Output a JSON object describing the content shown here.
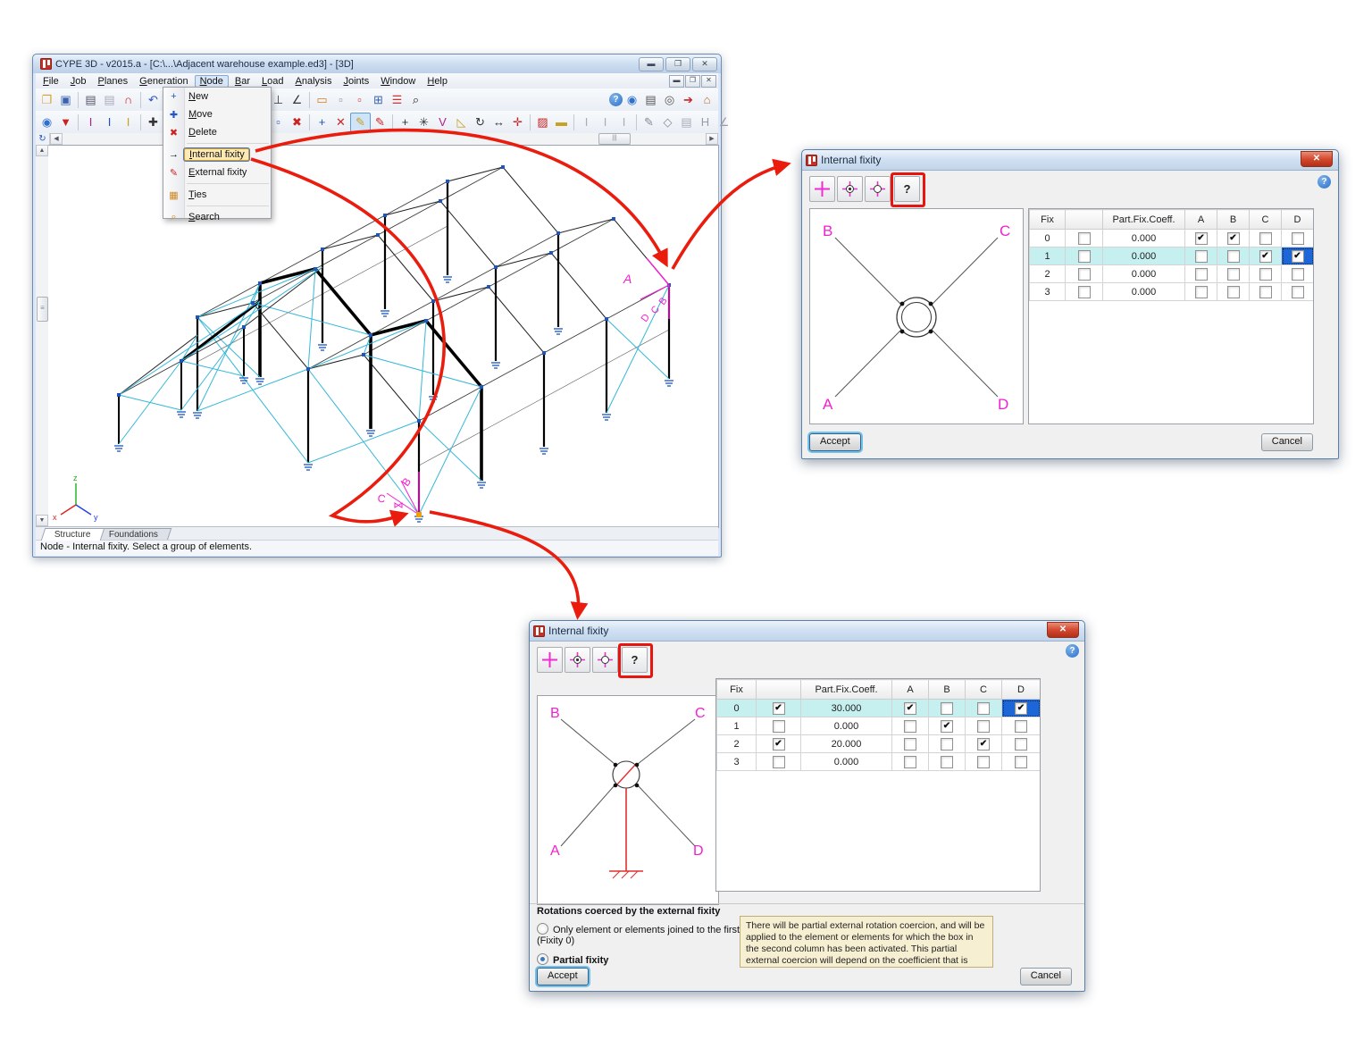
{
  "window": {
    "title": "CYPE 3D - v2015.a - [C:\\...\\Adjacent warehouse example.ed3] - [3D]",
    "menu_items": [
      "File",
      "Job",
      "Planes",
      "Generation",
      "Node",
      "Bar",
      "Load",
      "Analysis",
      "Joints",
      "Window",
      "Help"
    ],
    "open_menu": "Node",
    "tabs": [
      {
        "label": "Structure",
        "active": true
      },
      {
        "label": "Foundations",
        "active": false
      }
    ],
    "status_text": "Node - Internal fixity.  Select a group of elements.",
    "axis_labels": {
      "x": "x",
      "y": "y",
      "z": "z"
    }
  },
  "node_menu": {
    "items": [
      {
        "label": "New",
        "icon": "node-new-icon",
        "glyph": "+",
        "color": "#2255cc"
      },
      {
        "label": "Move",
        "icon": "node-move-icon",
        "glyph": "✚",
        "color": "#2255cc"
      },
      {
        "label": "Delete",
        "icon": "node-delete-icon",
        "glyph": "✖",
        "color": "#cc2222",
        "sep_after": true
      },
      {
        "label": "Internal fixity",
        "icon": "internal-fixity-icon",
        "glyph": "→",
        "color": "#111111",
        "highlight": true
      },
      {
        "label": "External fixity",
        "icon": "external-fixity-icon",
        "glyph": "✎",
        "color": "#cc2222",
        "sep_after": true
      },
      {
        "label": "Ties",
        "icon": "ties-icon",
        "glyph": "▦",
        "color": "#cc8822",
        "sep_after": true
      },
      {
        "label": "Search",
        "icon": "search-icon",
        "glyph": "⌕",
        "color": "#cc8822"
      }
    ]
  },
  "toolbar_top": [
    {
      "n": "open-icon",
      "g": "❐",
      "c": "#d89e2a"
    },
    {
      "n": "save-icon",
      "g": "▣",
      "c": "#3a62b0",
      "sep": true
    },
    {
      "n": "import-dxf-icon",
      "g": "▤",
      "c": "#556"
    },
    {
      "n": "export-dxf-icon",
      "g": "▤",
      "c": "#aab"
    },
    {
      "n": "magnet-icon",
      "g": "∩",
      "c": "#cc2020",
      "sep": true
    },
    {
      "n": "undo-icon",
      "g": "↶",
      "c": "#2a52c0"
    },
    {
      "n": "redo-icon",
      "g": "↷",
      "c": "#9a9aa2",
      "sep": true
    },
    {
      "n": "pan-icon",
      "g": "✥",
      "c": "#caa23a"
    },
    {
      "n": "views-icon",
      "g": "◳",
      "c": "#3a62b0",
      "sep": true
    },
    {
      "n": "image-icon",
      "g": "▦",
      "c": "#333"
    },
    {
      "n": "dependencies-icon",
      "g": "#",
      "c": "#3a62b0"
    },
    {
      "n": "perpendicular-icon",
      "g": "⊥",
      "c": "#333"
    },
    {
      "n": "angle-icon",
      "g": "∠",
      "c": "#333",
      "sep": true
    },
    {
      "n": "new-window-icon",
      "g": "▭",
      "c": "#e07818"
    },
    {
      "n": "selection-icon",
      "g": "▫",
      "c": "#889"
    },
    {
      "n": "selection-red-icon",
      "g": "▫",
      "c": "#c33"
    },
    {
      "n": "window-grid-icon",
      "g": "⊞",
      "c": "#3a62b0"
    },
    {
      "n": "resources-icon",
      "g": "☰",
      "c": "#c33"
    },
    {
      "n": "binoculars-icon",
      "g": "⌕",
      "c": "#222",
      "spacer": true
    },
    {
      "n": "help-icon",
      "g": "?",
      "c": "#fff",
      "round": true
    },
    {
      "n": "web-icon",
      "g": "◉",
      "c": "#2f6fd0"
    },
    {
      "n": "print-icon",
      "g": "▤",
      "c": "#555"
    },
    {
      "n": "capture-icon",
      "g": "◎",
      "c": "#555"
    },
    {
      "n": "export-save-icon",
      "g": "➔",
      "c": "#c22"
    },
    {
      "n": "home-update-icon",
      "g": "⌂",
      "c": "#b66a2a"
    }
  ],
  "toolbar_second": [
    {
      "n": "web2-icon",
      "g": "◉",
      "c": "#2f6fd0"
    },
    {
      "n": "stamp-export-icon",
      "g": "▼",
      "c": "#c22",
      "sep": true
    },
    {
      "n": "bar-describe-icon",
      "g": "I",
      "c": "#b02090"
    },
    {
      "n": "bar-place-icon",
      "g": "I",
      "c": "#2050b0"
    },
    {
      "n": "bar-adjust-icon",
      "g": "I",
      "c": "#c8a020",
      "sep": true
    },
    {
      "n": "move-tool-icon",
      "g": "✚",
      "c": "#333"
    },
    {
      "n": "rotate-tool-icon",
      "g": "⟳",
      "c": "#2050b0",
      "sep": true
    },
    {
      "n": "copy-icon",
      "g": "▣",
      "c": "#556"
    },
    {
      "n": "group-icon",
      "g": "#",
      "c": "#2050b0"
    },
    {
      "n": "ungroup-icon",
      "g": "#",
      "c": "#c33",
      "sep": true
    },
    {
      "n": "select-window-icon",
      "g": "▫",
      "c": "#556"
    },
    {
      "n": "select-all-icon",
      "g": "▫",
      "c": "#2050b0"
    },
    {
      "n": "select-delete-icon",
      "g": "✖",
      "c": "#c22",
      "sep": true
    },
    {
      "n": "node-add-icon",
      "g": "+",
      "c": "#2050b0"
    },
    {
      "n": "node-del-icon",
      "g": "✕",
      "c": "#c22"
    },
    {
      "n": "internal-fixity-tool-icon",
      "g": "✎",
      "c": "#c8a020",
      "active": true
    },
    {
      "n": "external-fixity-tool-icon",
      "g": "✎",
      "c": "#c22",
      "sep": true
    },
    {
      "n": "dim-node-icon",
      "g": "+",
      "c": "#333"
    },
    {
      "n": "dim-star-icon",
      "g": "✳",
      "c": "#333"
    },
    {
      "n": "dim-v-icon",
      "g": "V",
      "c": "#b02090"
    },
    {
      "n": "dim-tri-icon",
      "g": "◺",
      "c": "#c8a020"
    },
    {
      "n": "dim-rot-icon",
      "g": "↻",
      "c": "#333"
    },
    {
      "n": "dim-span-icon",
      "g": "↔",
      "c": "#333"
    },
    {
      "n": "dim-axis-icon",
      "g": "✛",
      "c": "#c22",
      "sep": true
    },
    {
      "n": "ladder-icon",
      "g": "▨",
      "c": "#c22"
    },
    {
      "n": "panel-icon",
      "g": "▬",
      "c": "#c8a020",
      "sep": true
    },
    {
      "n": "beam-gray1-icon",
      "g": "I",
      "c": "#aab"
    },
    {
      "n": "beam-gray2-icon",
      "g": "I",
      "c": "#aab"
    },
    {
      "n": "beam-gray3-icon",
      "g": "I",
      "c": "#aab",
      "sep": true
    },
    {
      "n": "pencil-gray-icon",
      "g": "✎",
      "c": "#889"
    },
    {
      "n": "plane-gray-icon",
      "g": "◇",
      "c": "#889"
    },
    {
      "n": "stamp-gray-icon",
      "g": "▤",
      "c": "#aab"
    },
    {
      "n": "h-icon",
      "g": "H",
      "c": "#99a"
    },
    {
      "n": "angle-gray-icon",
      "g": "∠",
      "c": "#99a"
    }
  ],
  "scene": {
    "node1_labels": [
      "A",
      "D",
      "C",
      "B"
    ],
    "node2_labels": [
      "C",
      "B"
    ]
  },
  "dialogs": {
    "top": {
      "title": "Internal fixity",
      "help_glyph": "?",
      "toolbar": [
        "fixity-fixed-icon",
        "fixity-hinged-dot-icon",
        "fixity-hinged-icon",
        "fixity-help-button"
      ],
      "corners": {
        "tl": "B",
        "tr": "C",
        "bl": "A",
        "br": "D"
      },
      "table": {
        "headers": [
          "Fix",
          "",
          "Part.Fix.Coeff.",
          "A",
          "B",
          "C",
          "D"
        ],
        "rows": [
          {
            "fix": "0",
            "enabled": false,
            "coeff": "0.000",
            "A": true,
            "B": true,
            "C": false,
            "D": false,
            "selected": false,
            "selected_cell": ""
          },
          {
            "fix": "1",
            "enabled": false,
            "coeff": "0.000",
            "A": false,
            "B": false,
            "C": true,
            "D": true,
            "selected": true,
            "selected_cell": "D"
          },
          {
            "fix": "2",
            "enabled": false,
            "coeff": "0.000",
            "A": false,
            "B": false,
            "C": false,
            "D": false,
            "selected": false,
            "selected_cell": ""
          },
          {
            "fix": "3",
            "enabled": false,
            "coeff": "0.000",
            "A": false,
            "B": false,
            "C": false,
            "D": false,
            "selected": false,
            "selected_cell": ""
          }
        ]
      },
      "accept_label": "Accept",
      "cancel_label": "Cancel"
    },
    "bottom": {
      "title": "Internal fixity",
      "help_glyph": "?",
      "toolbar": [
        "fixity-fixed-icon",
        "fixity-hinged-dot-icon",
        "fixity-hinged-icon",
        "fixity-help-button"
      ],
      "corners": {
        "tl": "B",
        "tr": "C",
        "bl": "A",
        "br": "D"
      },
      "table": {
        "headers": [
          "Fix",
          "",
          "Part.Fix.Coeff.",
          "A",
          "B",
          "C",
          "D"
        ],
        "rows": [
          {
            "fix": "0",
            "enabled": true,
            "coeff": "30.000",
            "A": true,
            "B": false,
            "C": false,
            "D": true,
            "selected": true,
            "selected_cell": "D"
          },
          {
            "fix": "1",
            "enabled": false,
            "coeff": "0.000",
            "A": false,
            "B": true,
            "C": false,
            "D": false,
            "selected": false,
            "selected_cell": ""
          },
          {
            "fix": "2",
            "enabled": true,
            "coeff": "20.000",
            "A": false,
            "B": false,
            "C": true,
            "D": false,
            "selected": false,
            "selected_cell": ""
          },
          {
            "fix": "3",
            "enabled": false,
            "coeff": "0.000",
            "A": false,
            "B": false,
            "C": false,
            "D": false,
            "selected": false,
            "selected_cell": ""
          }
        ]
      },
      "rotations": {
        "group_title": "Rotations coerced by the external fixity",
        "options": [
          {
            "label": "Only element or elements joined to the first fixity (Fixity 0)",
            "selected": false
          },
          {
            "label": "Partial fixity",
            "selected": true
          }
        ],
        "info": "There will be partial external rotation coercion, and will be applied to the element or elements for which the box in the second column has been activated. This partial external coercion will depend on the coefficient that is provided for each element or group of elements in the third column of the table."
      },
      "accept_label": "Accept",
      "cancel_label": "Cancel"
    }
  }
}
